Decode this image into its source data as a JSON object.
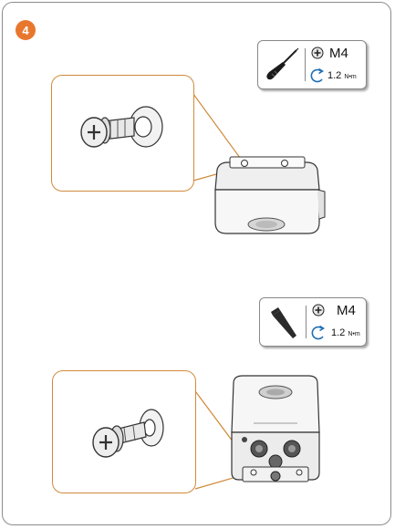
{
  "step": {
    "number": "4"
  },
  "spec_top": {
    "screw_size": "M4",
    "torque": "1.2",
    "torque_unit": "N•m",
    "tool": "screwdriver-icon"
  },
  "spec_bottom": {
    "screw_size": "M4",
    "torque": "1.2",
    "torque_unit": "N•m",
    "tool": "hex-key-icon"
  },
  "colors": {
    "accent": "#e8772e",
    "callout_border": "#d18a3c",
    "torque_arrow": "#1f6fb5",
    "frame": "#8c8c8c"
  }
}
